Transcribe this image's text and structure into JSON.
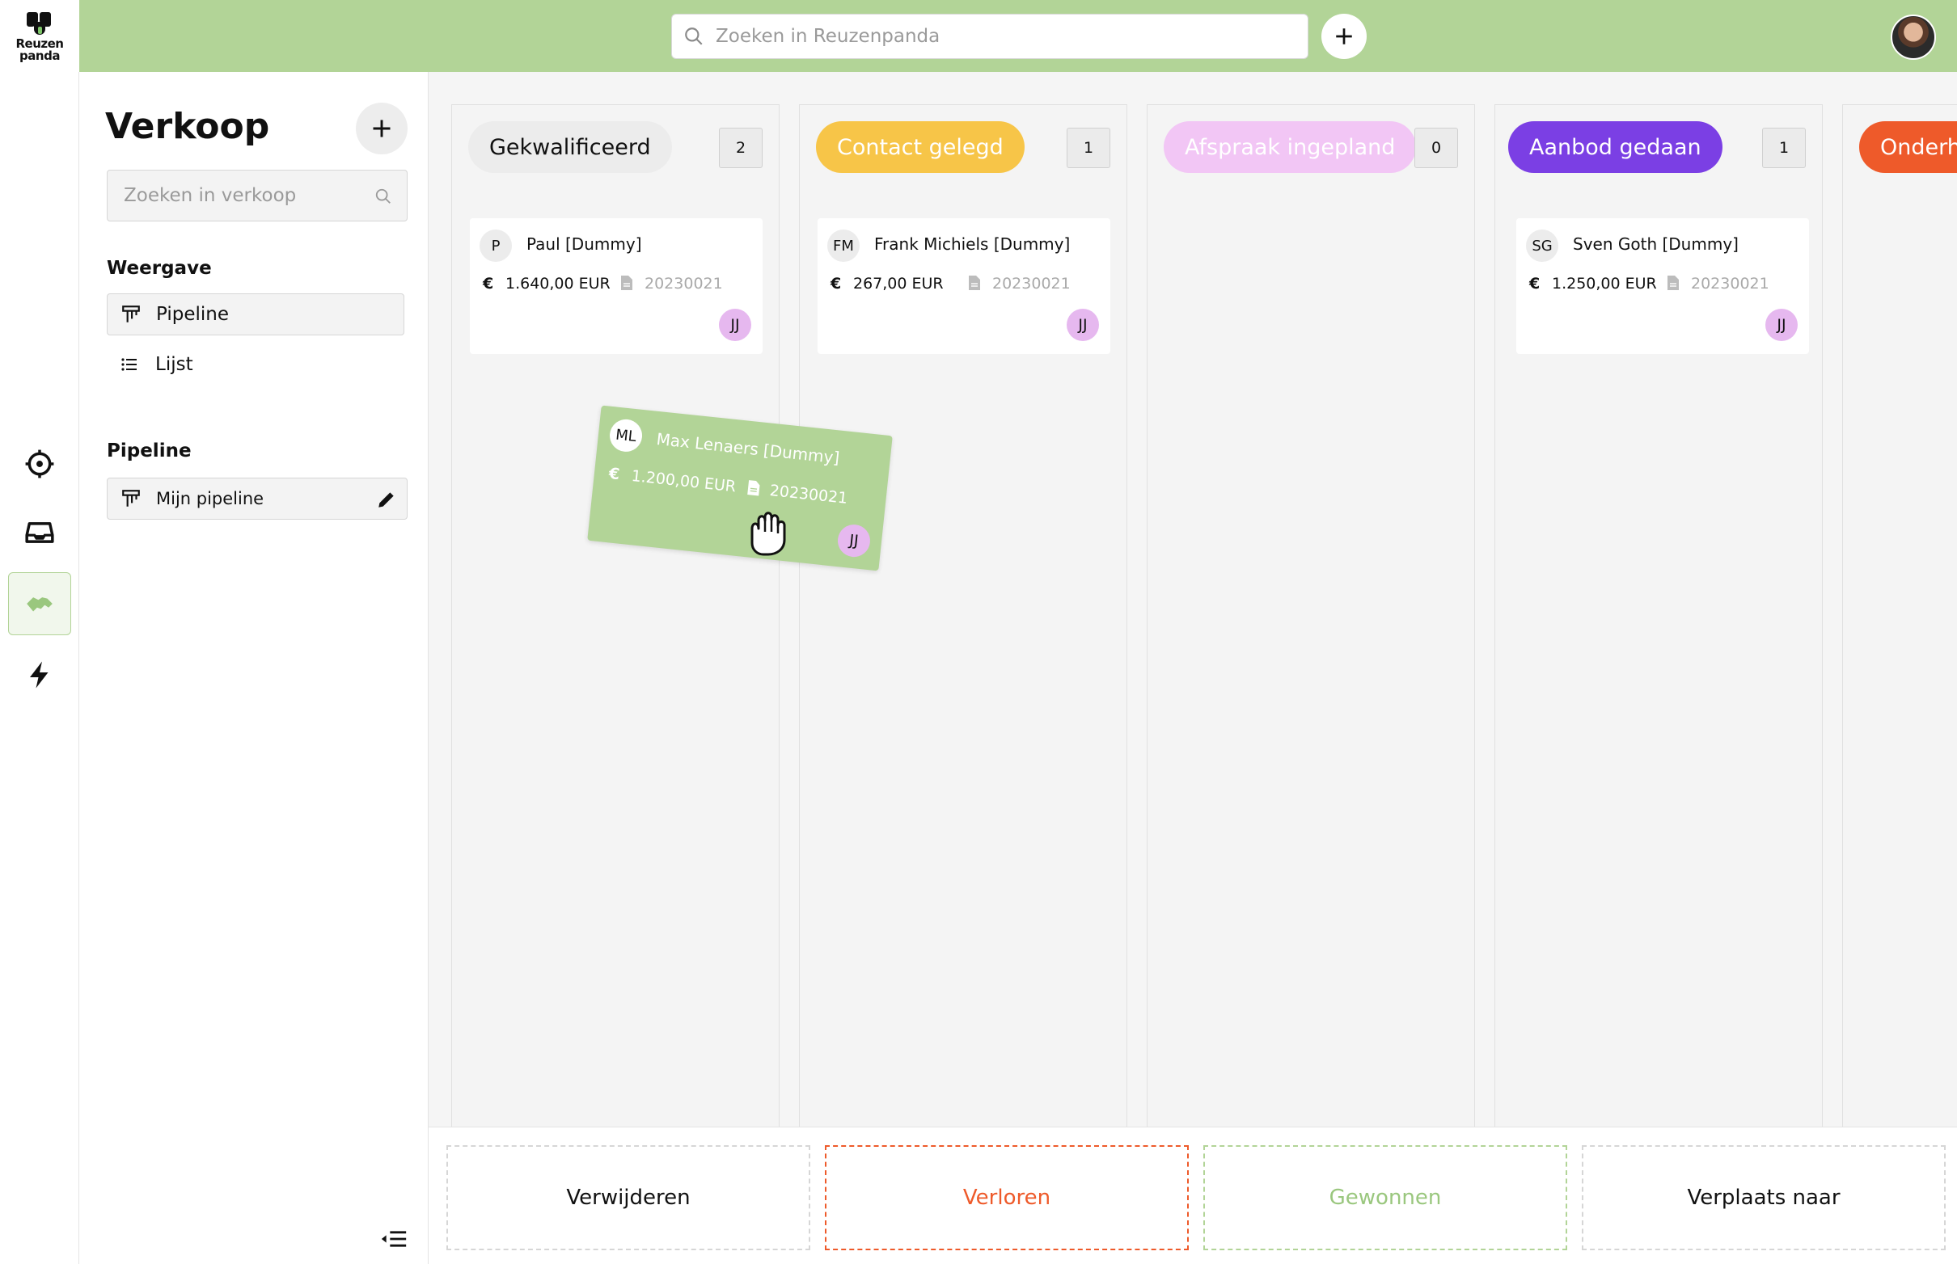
{
  "brand": {
    "logo_text": "Reuzen\npanda",
    "accent": "#b2d497"
  },
  "topbar": {
    "search_placeholder": "Zoeken in Reuzenpanda"
  },
  "sidebar": {
    "title": "Verkoop",
    "search_placeholder": "Zoeken in verkoop",
    "view_section": "Weergave",
    "views": [
      {
        "label": "Pipeline",
        "icon": "pipeline-icon",
        "selected": true
      },
      {
        "label": "Lijst",
        "icon": "list-icon",
        "selected": false
      }
    ],
    "pipeline_section": "Pipeline",
    "pipelines": [
      {
        "label": "Mijn pipeline"
      }
    ]
  },
  "columns": [
    {
      "stage": "Gekwalificeerd",
      "count": "2",
      "bg": "#ececec",
      "color": "#111111"
    },
    {
      "stage": "Contact gelegd",
      "count": "1",
      "bg": "#f7c548",
      "color": "#ffffff"
    },
    {
      "stage": "Afspraak ingepland",
      "count": "0",
      "bg": "#f2c6f5",
      "color": "#ffffff"
    },
    {
      "stage": "Aanbod gedaan",
      "count": "1",
      "bg": "#7b3fe4",
      "color": "#ffffff"
    },
    {
      "stage": "Onderhandeling",
      "count": "",
      "bg": "#ee5a2a",
      "color": "#ffffff"
    }
  ],
  "cards": [
    {
      "initials": "P",
      "name": "Paul [Dummy]",
      "currency": "€",
      "amount": "1.640,00 EUR",
      "ref": "20230021",
      "owner": "JJ"
    },
    {
      "initials": "FM",
      "name": "Frank Michiels [Dummy]",
      "currency": "€",
      "amount": "267,00 EUR",
      "ref": "20230021",
      "owner": "JJ"
    },
    {
      "initials": "SG",
      "name": "Sven Goth [Dummy]",
      "currency": "€",
      "amount": "1.250,00 EUR",
      "ref": "20230021",
      "owner": "JJ"
    }
  ],
  "dragging_card": {
    "initials": "ML",
    "name": "Max Lenaers [Dummy]",
    "currency": "€",
    "amount": "1.200,00 EUR",
    "ref": "20230021",
    "owner": "JJ"
  },
  "drop_zones": [
    "Verwijderen",
    "Verloren",
    "Gewonnen",
    "Verplaats naar"
  ]
}
